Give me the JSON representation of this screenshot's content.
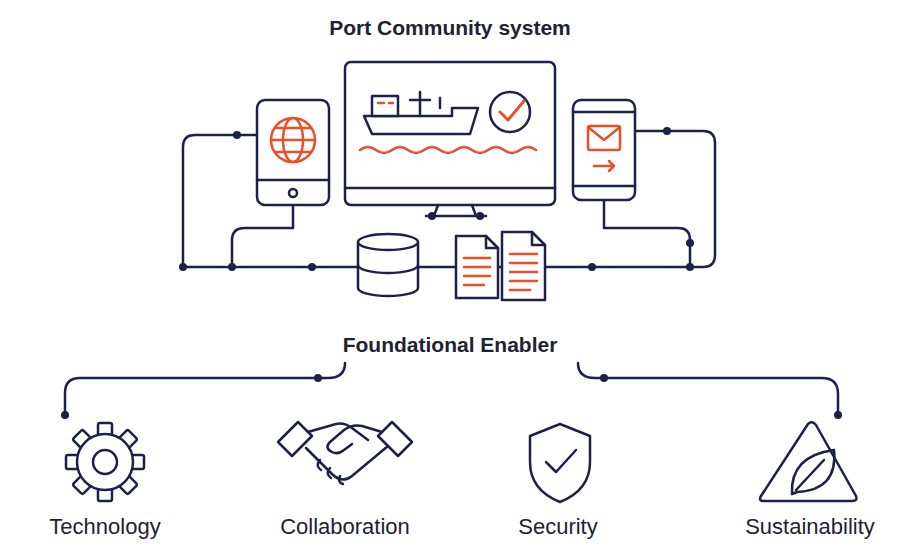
{
  "diagram": {
    "title": "Port Community system",
    "labels": [
      "Foundational Enabler",
      "Technology",
      "Collaboration",
      "Security",
      "Sustainability"
    ]
  }
}
